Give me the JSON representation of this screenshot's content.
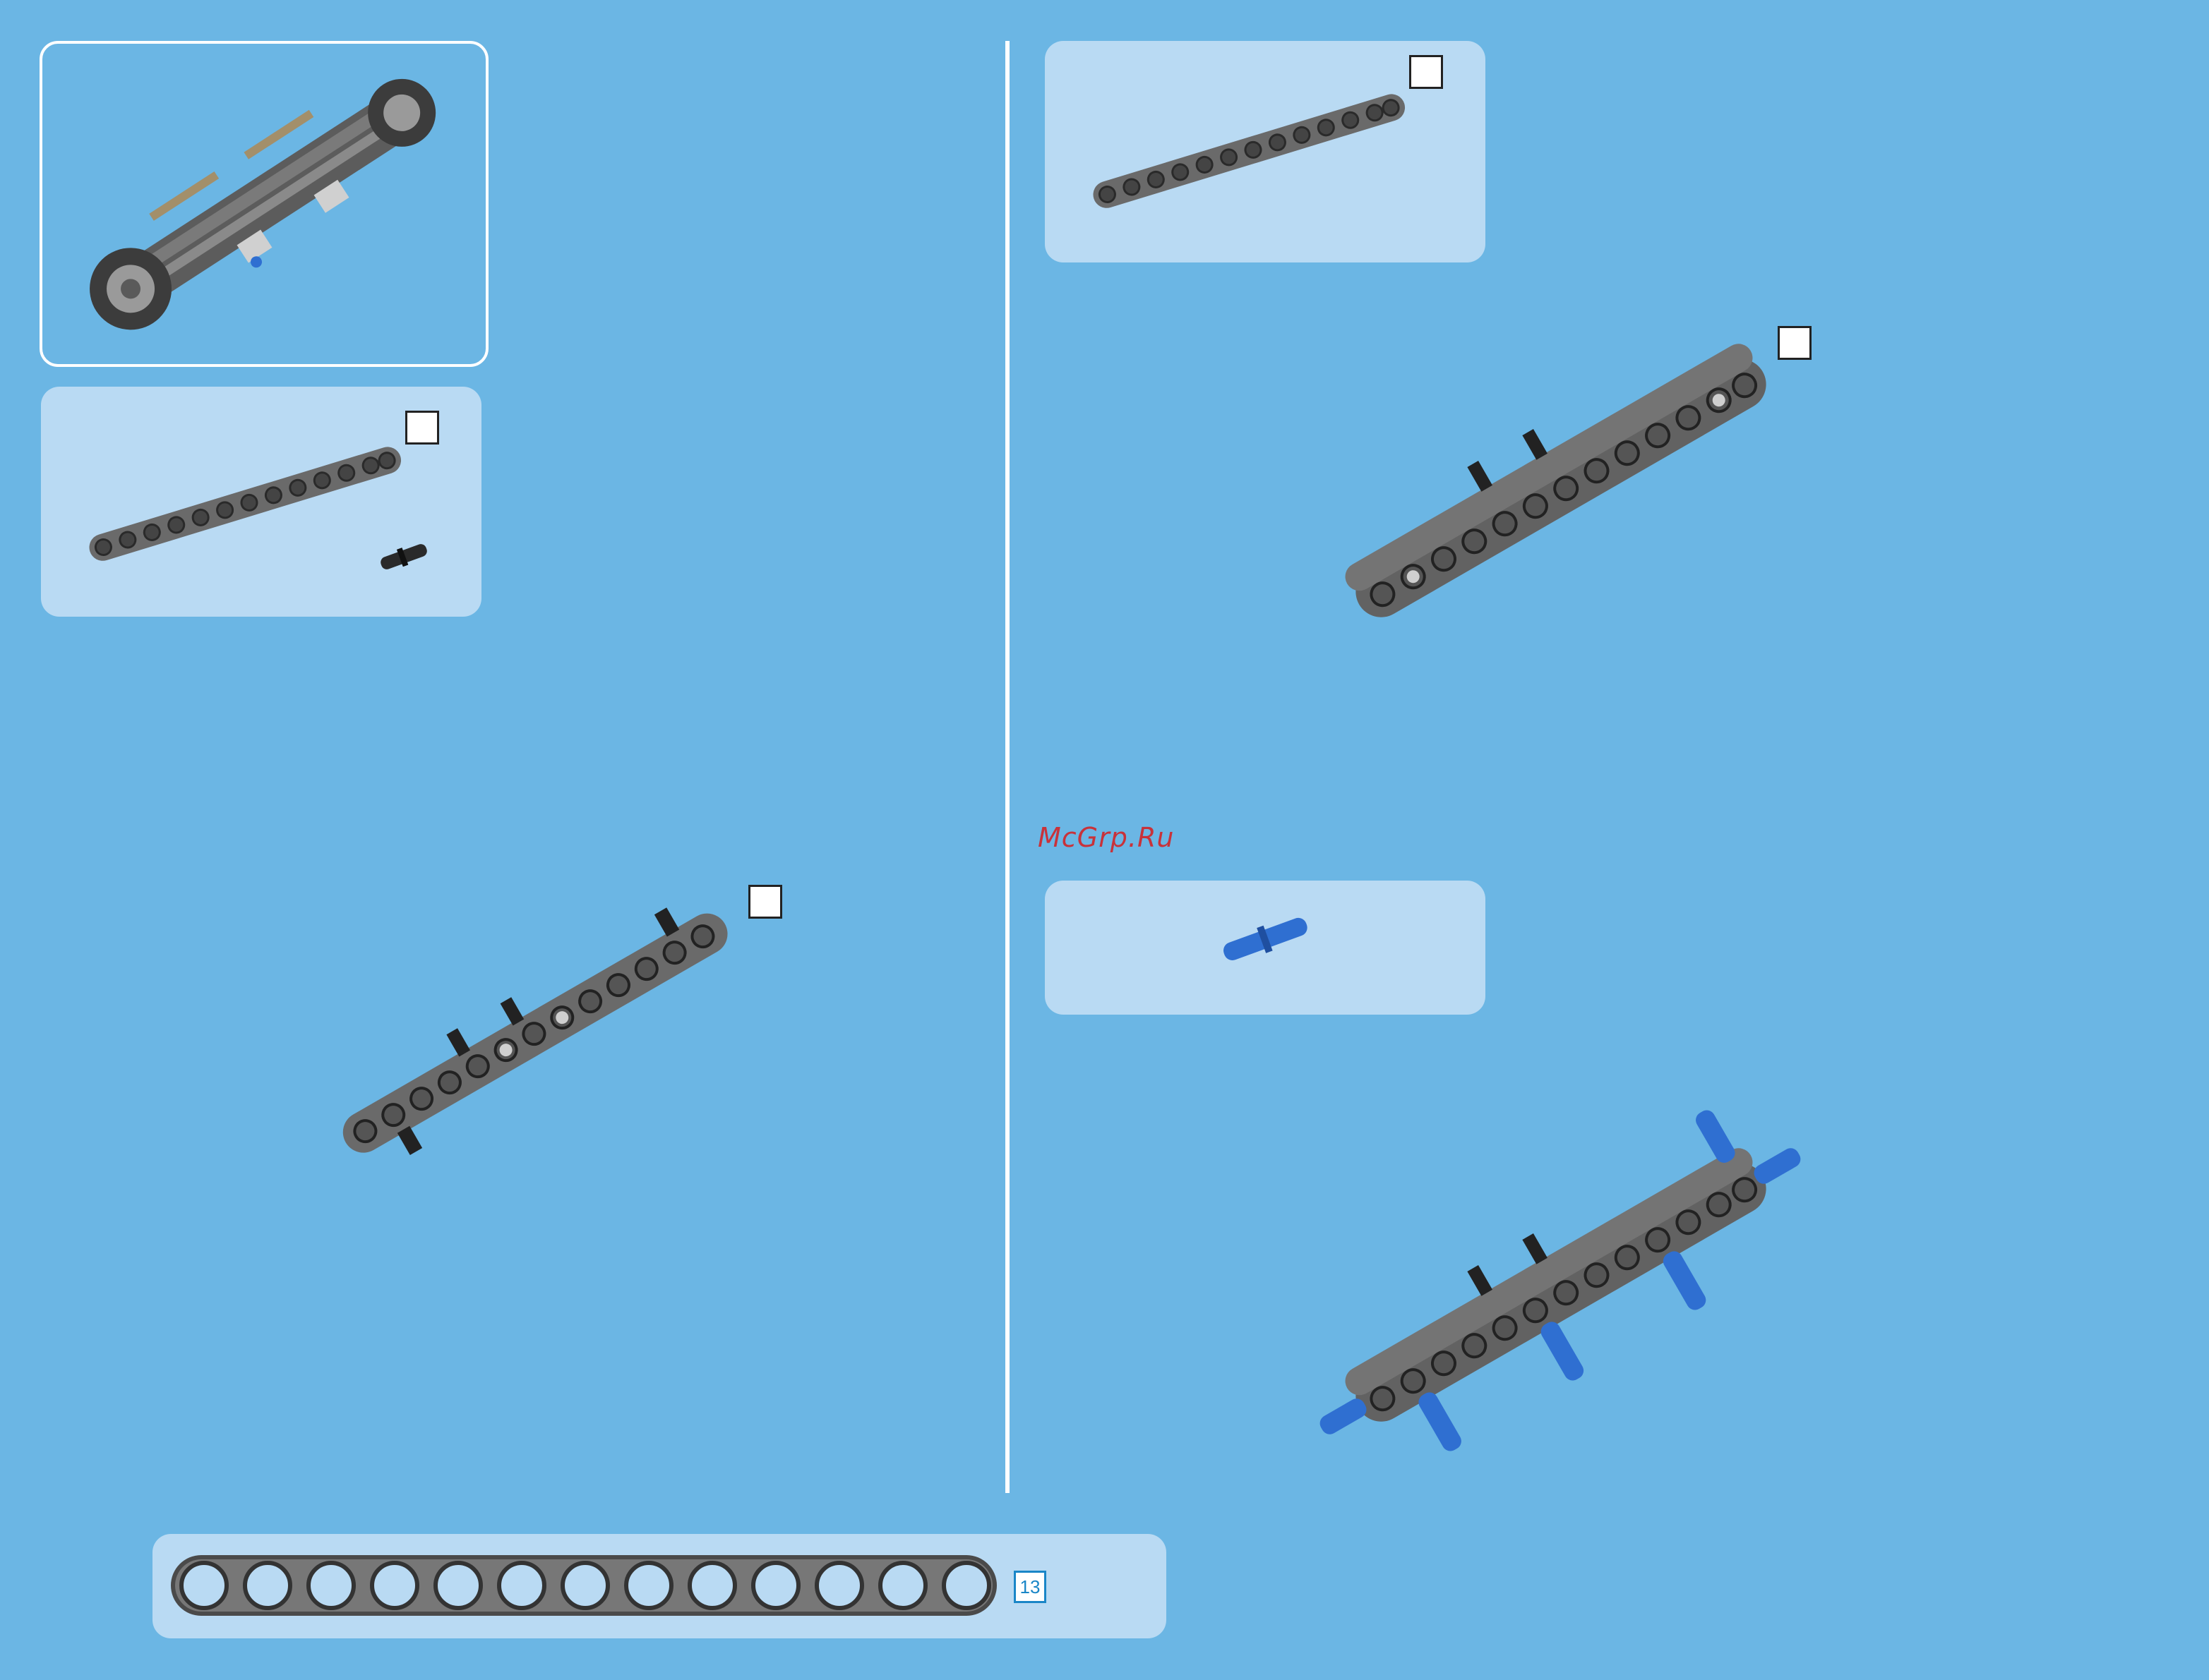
{
  "watermark": {
    "text": "McGrp.Ru"
  },
  "ruler": {
    "length_label": "13",
    "hole_count": 13
  },
  "colors": {
    "background": "#6bb6e4",
    "panel": "#b9daf3",
    "beam": "#6a6a6a",
    "pin_blue": "#2f6fd1",
    "watermark": "#c8323a"
  },
  "icons": {
    "assembled_model": "tracked-chassis-model",
    "beam": "technic-beam-13",
    "pin_black": "black-friction-pin",
    "pin_blue": "blue-axle-pin"
  }
}
